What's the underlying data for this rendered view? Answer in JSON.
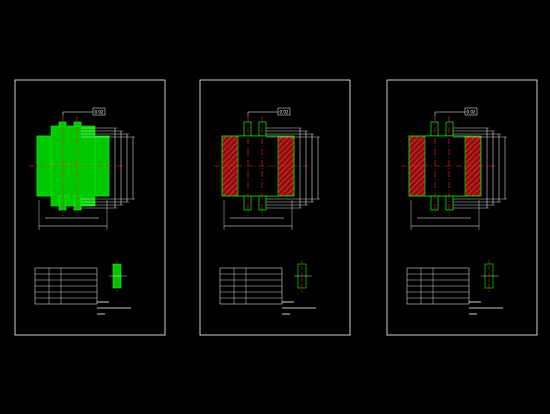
{
  "colors": {
    "background": "#000000",
    "frame": "#ffffff",
    "part_fill": "#00c800",
    "part_outline": "#00ff00",
    "centerline": "#ff2020",
    "dimension": "#ffffff",
    "hatch": "#ff2020",
    "table_line": "#ffffff"
  },
  "sheets": [
    {
      "id": "sheet-1",
      "style": "solid",
      "dim_callout": "0.02",
      "table_rows": [
        [
          "",
          ""
        ],
        [
          "",
          ""
        ],
        [
          "",
          ""
        ],
        [
          "",
          ""
        ],
        [
          "",
          ""
        ],
        [
          "",
          ""
        ]
      ],
      "notes": [
        "",
        "",
        ""
      ]
    },
    {
      "id": "sheet-2",
      "style": "hatched",
      "dim_callout": "0.02",
      "table_rows": [
        [
          "",
          ""
        ],
        [
          "",
          ""
        ],
        [
          "",
          ""
        ],
        [
          "",
          ""
        ],
        [
          "",
          ""
        ],
        [
          "",
          ""
        ]
      ],
      "notes": [
        "",
        "",
        ""
      ]
    },
    {
      "id": "sheet-3",
      "style": "hatched",
      "dim_callout": "0.02",
      "table_rows": [
        [
          "",
          ""
        ],
        [
          "",
          ""
        ],
        [
          "",
          ""
        ],
        [
          "",
          ""
        ],
        [
          "",
          ""
        ],
        [
          "",
          ""
        ]
      ],
      "notes": [
        "",
        "",
        ""
      ]
    }
  ]
}
